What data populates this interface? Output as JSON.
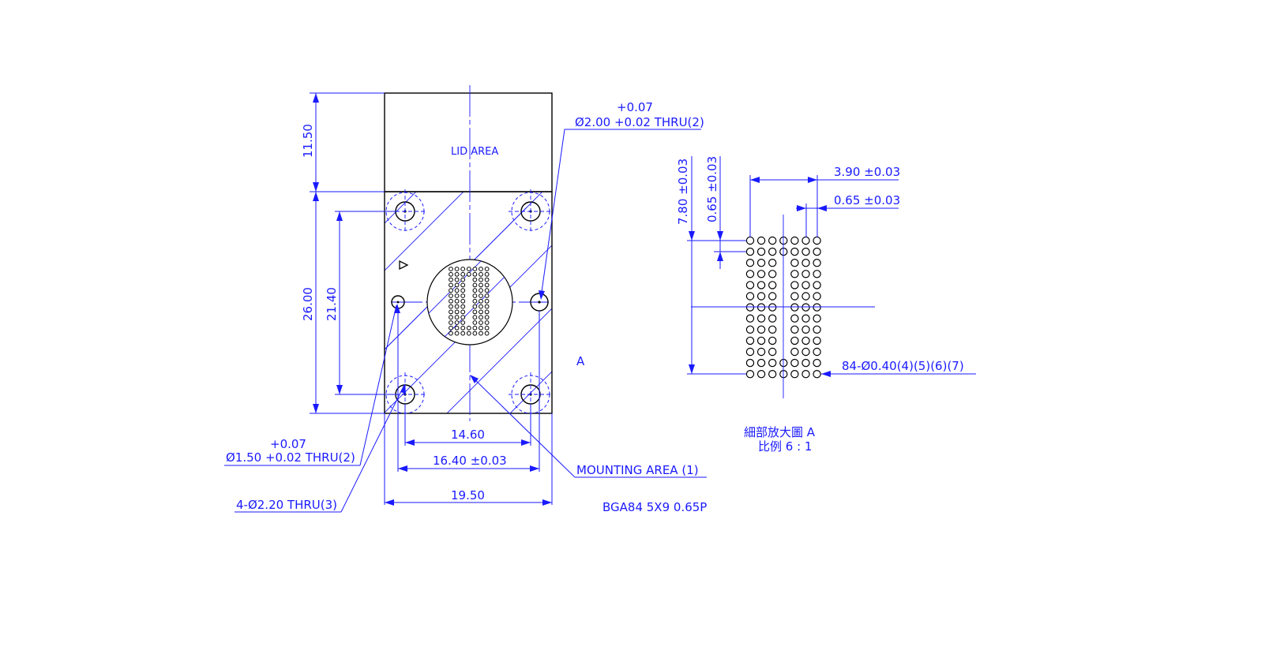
{
  "colors": {
    "dimension": "#1a1aff",
    "outline": "#000000",
    "background": "#ffffff"
  },
  "main_view": {
    "lid_area_label": "LID AREA",
    "pin1_marker_icon": "triangle-pointer",
    "dims": {
      "lid_height": "11.50",
      "socket_height": "26.00",
      "hole_pitch_vertical": "21.40",
      "hole_pitch_horizontal_inner": "14.60",
      "hole_pitch_horizontal_outer": "16.40 ±0.03",
      "overall_width": "19.50"
    },
    "callouts": {
      "locating_hole_top_tol": "+0.07",
      "locating_hole_top": "Ø2.00 +0.02 THRU(2)",
      "locating_hole_bottom_tol": "+0.07",
      "locating_hole_bottom": "Ø1.50 +0.02 THRU(2)",
      "mounting_holes": "4-Ø2.20 THRU(3)",
      "mounting_area": "MOUNTING AREA (1)"
    },
    "package_label": "BGA84 5X9 0.65P",
    "detail_marker": "A"
  },
  "detail_view": {
    "dims": {
      "row_span": "7.80 ±0.03",
      "row_pitch": "0.65 ±0.03",
      "column_span": "3.90 ±0.03",
      "column_pitch": "0.65 ±0.03"
    },
    "ball_callout": "84-Ø0.40(4)(5)(6)(7)",
    "grid": {
      "columns": 7,
      "rows": 13,
      "balls": 84
    },
    "title": "細部放大圖 A",
    "scale": "比例 6 : 1"
  }
}
